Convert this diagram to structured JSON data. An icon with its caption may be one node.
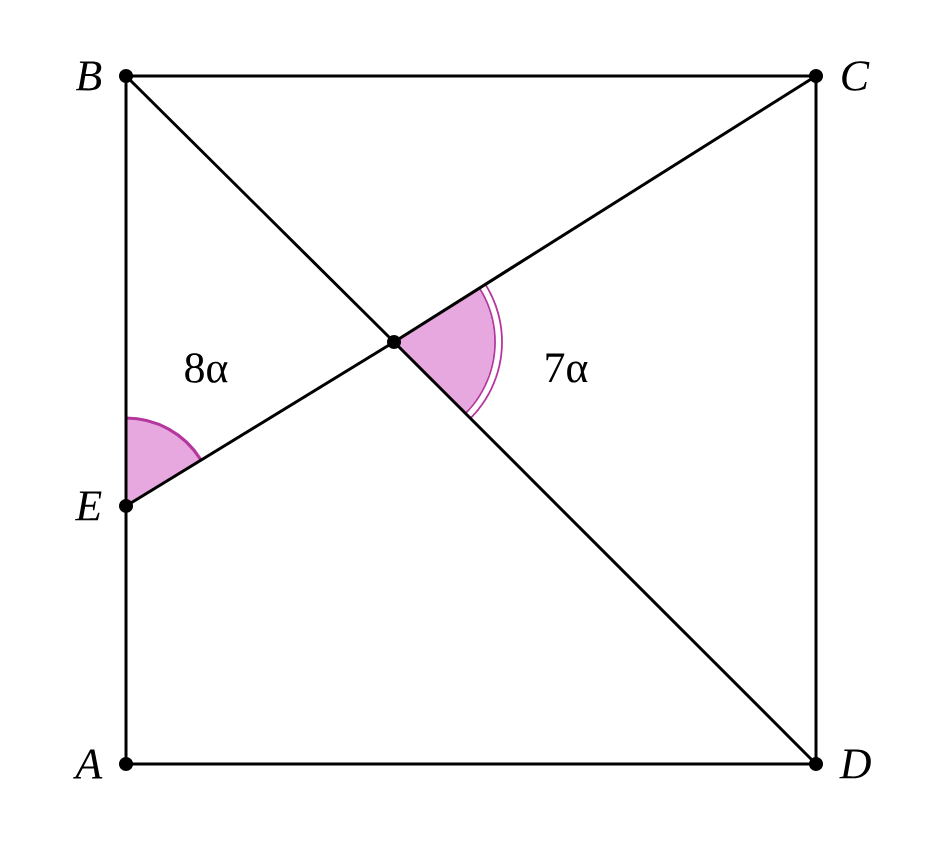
{
  "diagram": {
    "nodes": [
      {
        "text": [
          "B"
        ]
      },
      {
        "text": [
          "C"
        ]
      },
      {
        "text": [],
        "shape": "circle"
      },
      {
        "text": [
          "E"
        ]
      },
      {
        "text": [
          "A"
        ]
      },
      {
        "text": [
          "D"
        ]
      }
    ],
    "edges": [
      {
        "from": 0,
        "to": 1,
        "arrow": "none"
      },
      {
        "from": 1,
        "to": 5,
        "arrow": "none"
      },
      {
        "from": 4,
        "to": 5,
        "arrow": "none"
      },
      {
        "from": 0,
        "to": 3,
        "arrow": "none"
      },
      {
        "from": 3,
        "to": 4,
        "arrow": "none"
      },
      {
        "from": 0,
        "to": 2,
        "arrow": "none"
      },
      {
        "from": 2,
        "to": 5,
        "arrow": "none"
      },
      {
        "from": 3,
        "to": 2,
        "arrow": "none"
      },
      {
        "from": 2,
        "to": 1,
        "arrow": "none"
      }
    ],
    "labels": [
      "8α",
      "7α"
    ]
  }
}
